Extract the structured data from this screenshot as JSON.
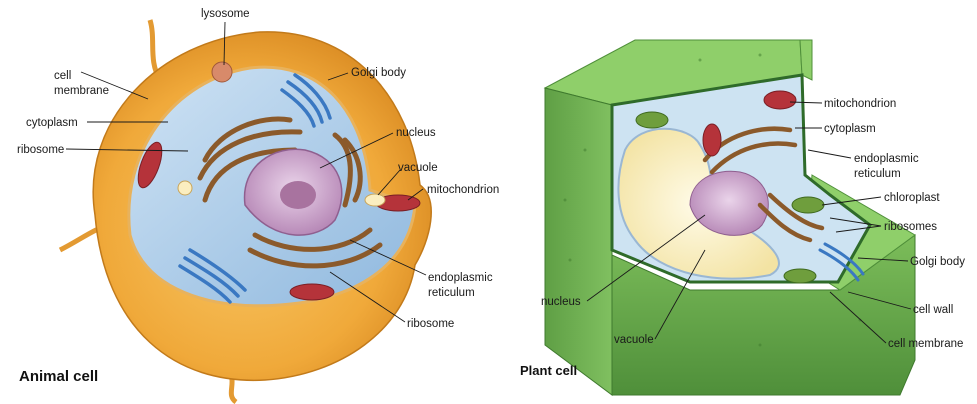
{
  "animal": {
    "title": "Animal cell",
    "labels": {
      "lysosome": "lysosome",
      "golgi": "Golgi body",
      "cell_membrane_1": "cell",
      "cell_membrane_2": "membrane",
      "cytoplasm": "cytoplasm",
      "ribosome": "ribosome",
      "nucleus": "nucleus",
      "vacuole": "vacuole",
      "mitochondrion": "mitochondrion",
      "er_1": "endoplasmic",
      "er_2": "reticulum",
      "ribosome_bottom": "ribosome"
    }
  },
  "plant": {
    "title": "Plant cell",
    "labels": {
      "mitochondrion": "mitochondrion",
      "cytoplasm": "cytoplasm",
      "er_1": "endoplasmic",
      "er_2": "reticulum",
      "chloroplast": "chloroplast",
      "ribosomes": "ribosomes",
      "golgi": "Golgi body",
      "cell_wall": "cell wall",
      "cell_membrane": "cell membrane",
      "nucleus": "nucleus",
      "vacuole": "vacuole"
    }
  },
  "colors": {
    "animal_membrane": "#f0a93a",
    "animal_cytoplasm": "#a9cbe8",
    "plant_wall": "#6aa84f",
    "nucleus": "#c9a3c9",
    "er": "#8b5a2b",
    "golgi": "#3a78c2",
    "mitochondrion": "#b5333a",
    "chloroplast": "#6f9e3d",
    "vacuole": "#fbf2cf"
  }
}
